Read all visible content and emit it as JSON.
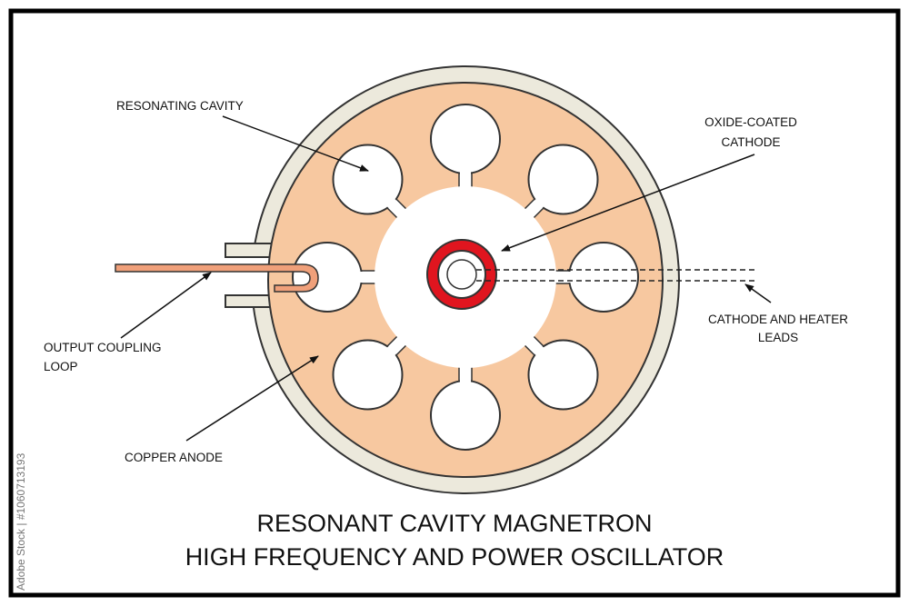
{
  "title": {
    "line1": "RESONANT CAVITY MAGNETRON",
    "line2": "HIGH FREQUENCY AND POWER OSCILLATOR"
  },
  "labels": {
    "resonating_cavity": "RESONATING CAVITY",
    "oxide_coated_line1": "OXIDE-COATED",
    "oxide_coated_line2": "CATHODE",
    "cathode_leads_line1": "CATHODE AND HEATER",
    "cathode_leads_line2": "LEADS",
    "output_loop_line1": "OUTPUT COUPLING",
    "output_loop_line2": "LOOP",
    "copper_anode": "COPPER ANODE"
  },
  "side_text": "Adobe Stock | #1060713193",
  "colors": {
    "copper": "#f7c8a0",
    "housing": "#ece9dc",
    "cathode_ring": "#e0151f",
    "coupling_loop": "#f0a07a",
    "outline": "#333333",
    "frame": "#000000"
  }
}
